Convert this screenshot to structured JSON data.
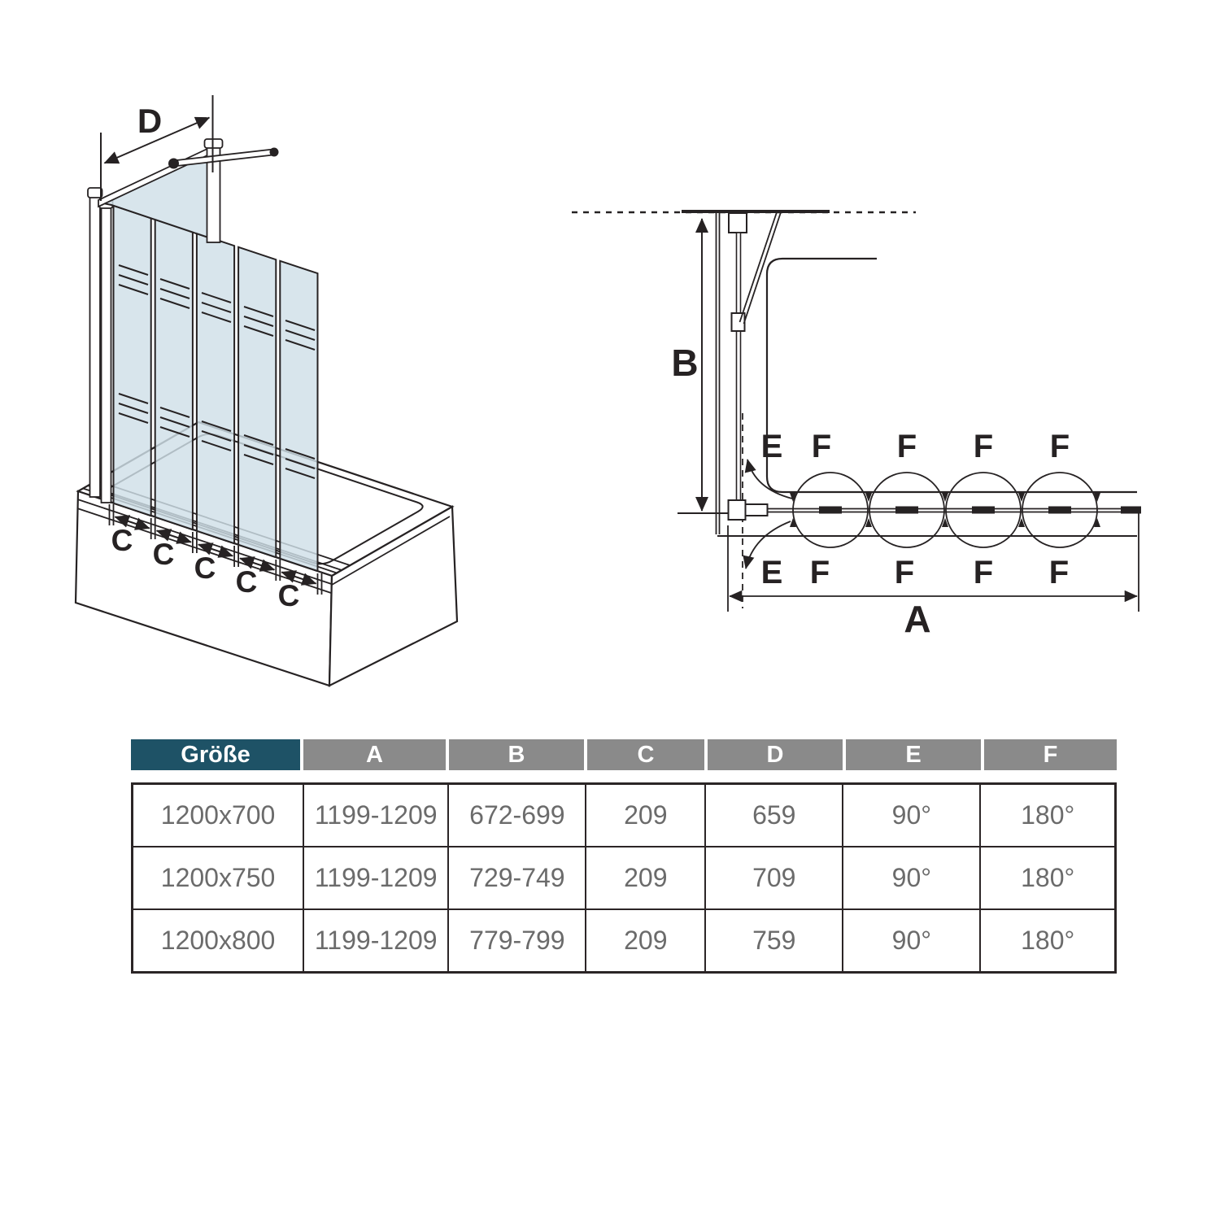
{
  "diagram_left": {
    "d_label": "D",
    "c_labels": [
      "C",
      "C",
      "C",
      "C",
      "C"
    ]
  },
  "diagram_right": {
    "b_label": "B",
    "a_label": "A",
    "top_labels": [
      "E",
      "F",
      "F",
      "F",
      "F"
    ],
    "bottom_labels": [
      "E",
      "F",
      "F",
      "F",
      "F"
    ]
  },
  "table": {
    "header": [
      "Größe",
      "A",
      "B",
      "C",
      "D",
      "E",
      "F"
    ],
    "rows": [
      [
        "1200x700",
        "1199-1209",
        "672-699",
        "209",
        "659",
        "90°",
        "180°"
      ],
      [
        "1200x750",
        "1199-1209",
        "729-749",
        "209",
        "709",
        "90°",
        "180°"
      ],
      [
        "1200x800",
        "1199-1209",
        "779-799",
        "209",
        "759",
        "90°",
        "180°"
      ]
    ]
  },
  "colors": {
    "header_size_bg": "#1e5266",
    "header_bg": "#8a8a8a",
    "header_text": "#ffffff",
    "body_text": "#6b6b6b",
    "table_border": "#2b2526",
    "line": "#262223",
    "glass": "#cfdfe8",
    "background": "#ffffff"
  }
}
